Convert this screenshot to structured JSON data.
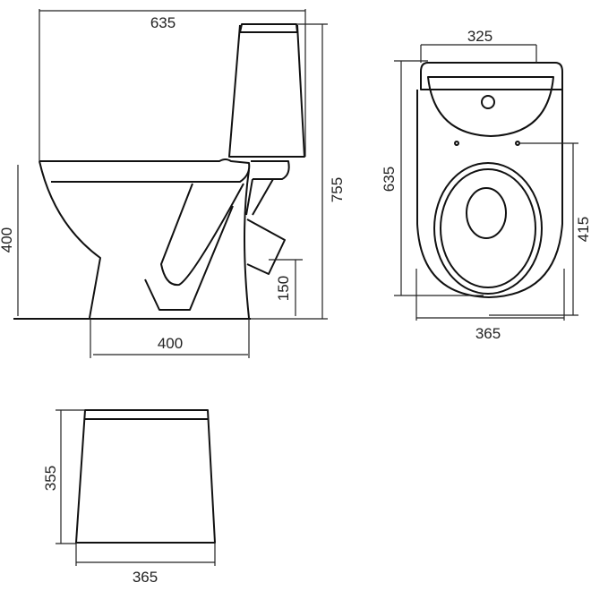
{
  "side_view": {
    "width_label": "635",
    "height_label": "755",
    "seat_height_label": "400",
    "outlet_height_label": "150",
    "base_width_label": "400"
  },
  "top_view": {
    "tank_width_label": "325",
    "length_label": "635",
    "seat_length_label": "415",
    "width_label": "365"
  },
  "lid_view": {
    "height_label": "355",
    "width_label": "365"
  },
  "colors": {
    "line": "#111111",
    "background": "#ffffff"
  }
}
